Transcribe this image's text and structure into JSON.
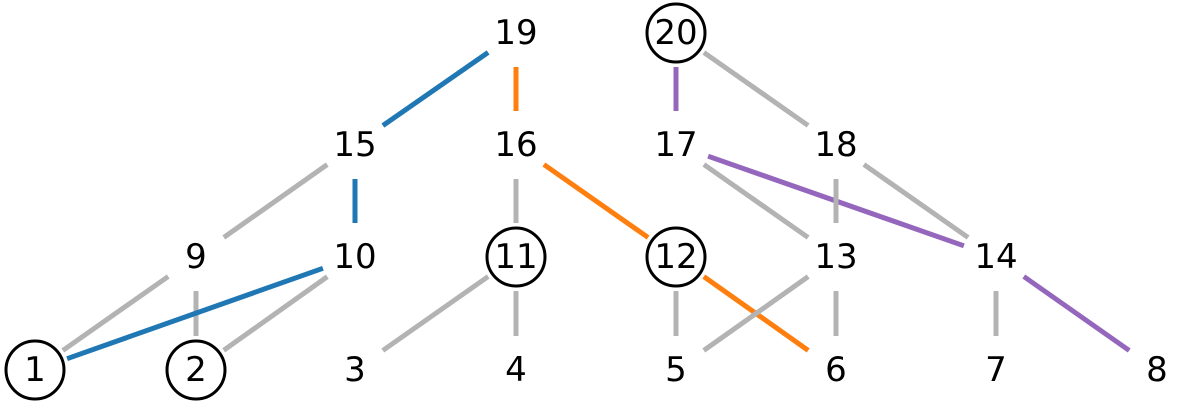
{
  "colors": {
    "default": "#b3b3b3",
    "blue": "#1f77b4",
    "orange": "#ff7f0e",
    "purple": "#9467bd",
    "text": "#000000"
  },
  "nodes": [
    {
      "id": "1",
      "label": "1",
      "circled": true
    },
    {
      "id": "2",
      "label": "2",
      "circled": true
    },
    {
      "id": "3",
      "label": "3",
      "circled": false
    },
    {
      "id": "4",
      "label": "4",
      "circled": false
    },
    {
      "id": "5",
      "label": "5",
      "circled": false
    },
    {
      "id": "6",
      "label": "6",
      "circled": false
    },
    {
      "id": "7",
      "label": "7",
      "circled": false
    },
    {
      "id": "8",
      "label": "8",
      "circled": false
    },
    {
      "id": "9",
      "label": "9",
      "circled": false
    },
    {
      "id": "10",
      "label": "10",
      "circled": false
    },
    {
      "id": "11",
      "label": "11",
      "circled": true
    },
    {
      "id": "12",
      "label": "12",
      "circled": true
    },
    {
      "id": "13",
      "label": "13",
      "circled": false
    },
    {
      "id": "14",
      "label": "14",
      "circled": false
    },
    {
      "id": "15",
      "label": "15",
      "circled": false
    },
    {
      "id": "16",
      "label": "16",
      "circled": false
    },
    {
      "id": "17",
      "label": "17",
      "circled": false
    },
    {
      "id": "18",
      "label": "18",
      "circled": false
    },
    {
      "id": "19",
      "label": "19",
      "circled": false
    },
    {
      "id": "20",
      "label": "20",
      "circled": true
    }
  ],
  "edges": [
    {
      "from": "9",
      "to": "1",
      "color": "default"
    },
    {
      "from": "9",
      "to": "2",
      "color": "default"
    },
    {
      "from": "10",
      "to": "1",
      "color": "blue"
    },
    {
      "from": "10",
      "to": "2",
      "color": "default"
    },
    {
      "from": "15",
      "to": "9",
      "color": "default"
    },
    {
      "from": "15",
      "to": "10",
      "color": "blue"
    },
    {
      "from": "19",
      "to": "15",
      "color": "blue"
    },
    {
      "from": "19",
      "to": "16",
      "color": "orange"
    },
    {
      "from": "16",
      "to": "11",
      "color": "default"
    },
    {
      "from": "16",
      "to": "12",
      "color": "orange"
    },
    {
      "from": "11",
      "to": "3",
      "color": "default"
    },
    {
      "from": "11",
      "to": "4",
      "color": "default"
    },
    {
      "from": "12",
      "to": "5",
      "color": "default"
    },
    {
      "from": "12",
      "to": "6",
      "color": "orange"
    },
    {
      "from": "20",
      "to": "17",
      "color": "purple"
    },
    {
      "from": "20",
      "to": "18",
      "color": "default"
    },
    {
      "from": "17",
      "to": "13",
      "color": "default"
    },
    {
      "from": "17",
      "to": "14",
      "color": "purple"
    },
    {
      "from": "18",
      "to": "13",
      "color": "default"
    },
    {
      "from": "18",
      "to": "14",
      "color": "default"
    },
    {
      "from": "13",
      "to": "5",
      "color": "default"
    },
    {
      "from": "13",
      "to": "6",
      "color": "default"
    },
    {
      "from": "14",
      "to": "7",
      "color": "default"
    },
    {
      "from": "14",
      "to": "8",
      "color": "purple"
    }
  ]
}
